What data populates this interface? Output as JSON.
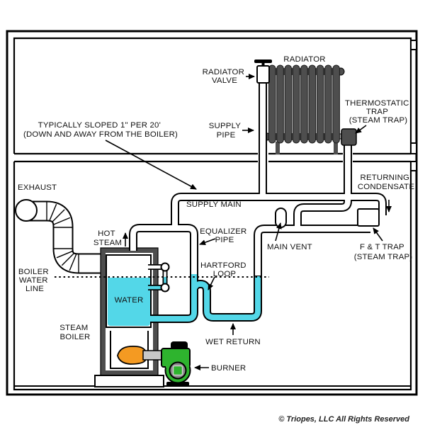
{
  "diagram": {
    "labels": {
      "radiator": "RADIATOR",
      "radiator_valve": [
        "RADIATOR",
        "VALVE"
      ],
      "supply_pipe": [
        "SUPPLY",
        "PIPE"
      ],
      "thermostatic_trap": [
        "THERMOSTATIC",
        "TRAP",
        "(STEAM TRAP)"
      ],
      "slope_note": [
        "TYPICALLY SLOPED 1\" PER 20'",
        "(DOWN AND AWAY FROM THE BOILER)"
      ],
      "supply_main": "SUPPLY MAIN",
      "equalizer_pipe": [
        "EQUALIZER",
        "PIPE"
      ],
      "hartford_loop": [
        "HARTFORD",
        "LOOP"
      ],
      "main_vent": "MAIN VENT",
      "ft_trap": [
        "F & T TRAP",
        "(STEAM TRAP)"
      ],
      "returning_condensate": [
        "RETURNING",
        "CONDENSATE"
      ],
      "wet_return": "WET RETURN",
      "hot_steam": [
        "HOT",
        "STEAM"
      ],
      "exhaust": "EXHAUST",
      "boiler_water_line": [
        "BOILER",
        "WATER",
        "LINE"
      ],
      "steam_boiler": [
        "STEAM",
        "BOILER"
      ],
      "water": "WATER",
      "burner": "BURNER",
      "copyright": "© Triopes, LLC All Rights Reserved"
    },
    "colors": {
      "water_cyan": "#53d7e8",
      "radiator_gray": "#4e4e4e",
      "jacket_gray": "#4d4d4d",
      "burner_green": "#2eb42e",
      "flame_orange": "#f49a22",
      "nozzle_gray": "#c8c8c8",
      "hub_gray": "#8b8b8b"
    }
  }
}
